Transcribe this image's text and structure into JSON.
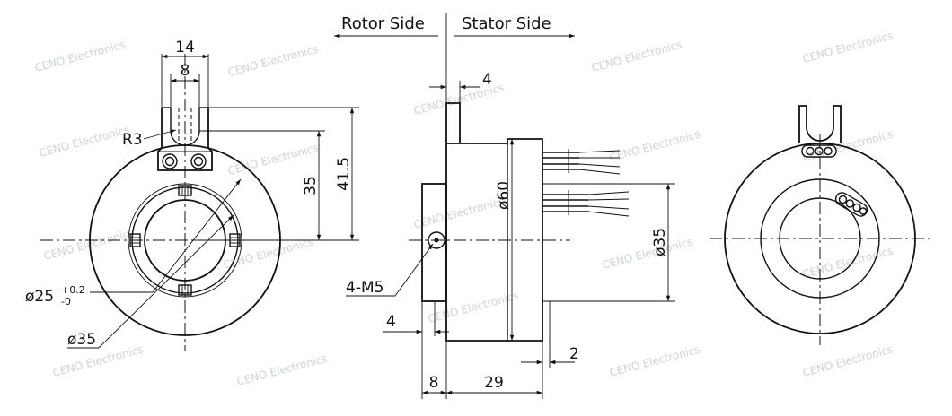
{
  "sides": {
    "rotor": "Rotor Side",
    "stator": "Stator Side"
  },
  "front": {
    "d14": "14",
    "d8": "8",
    "r3": "R3",
    "d35v": "35",
    "d415": "41.5",
    "bore_prefix": "ø25",
    "tol_plus": "+0.2",
    "tol_minus": "-0",
    "od": "ø35"
  },
  "side_view": {
    "d4_top": "4",
    "d60": "ø60",
    "d35": "ø35",
    "m5": "4-M5",
    "d4_bot": "4",
    "d2": "2",
    "d8": "8",
    "d29": "29"
  },
  "watermark": "CENO Electronics"
}
